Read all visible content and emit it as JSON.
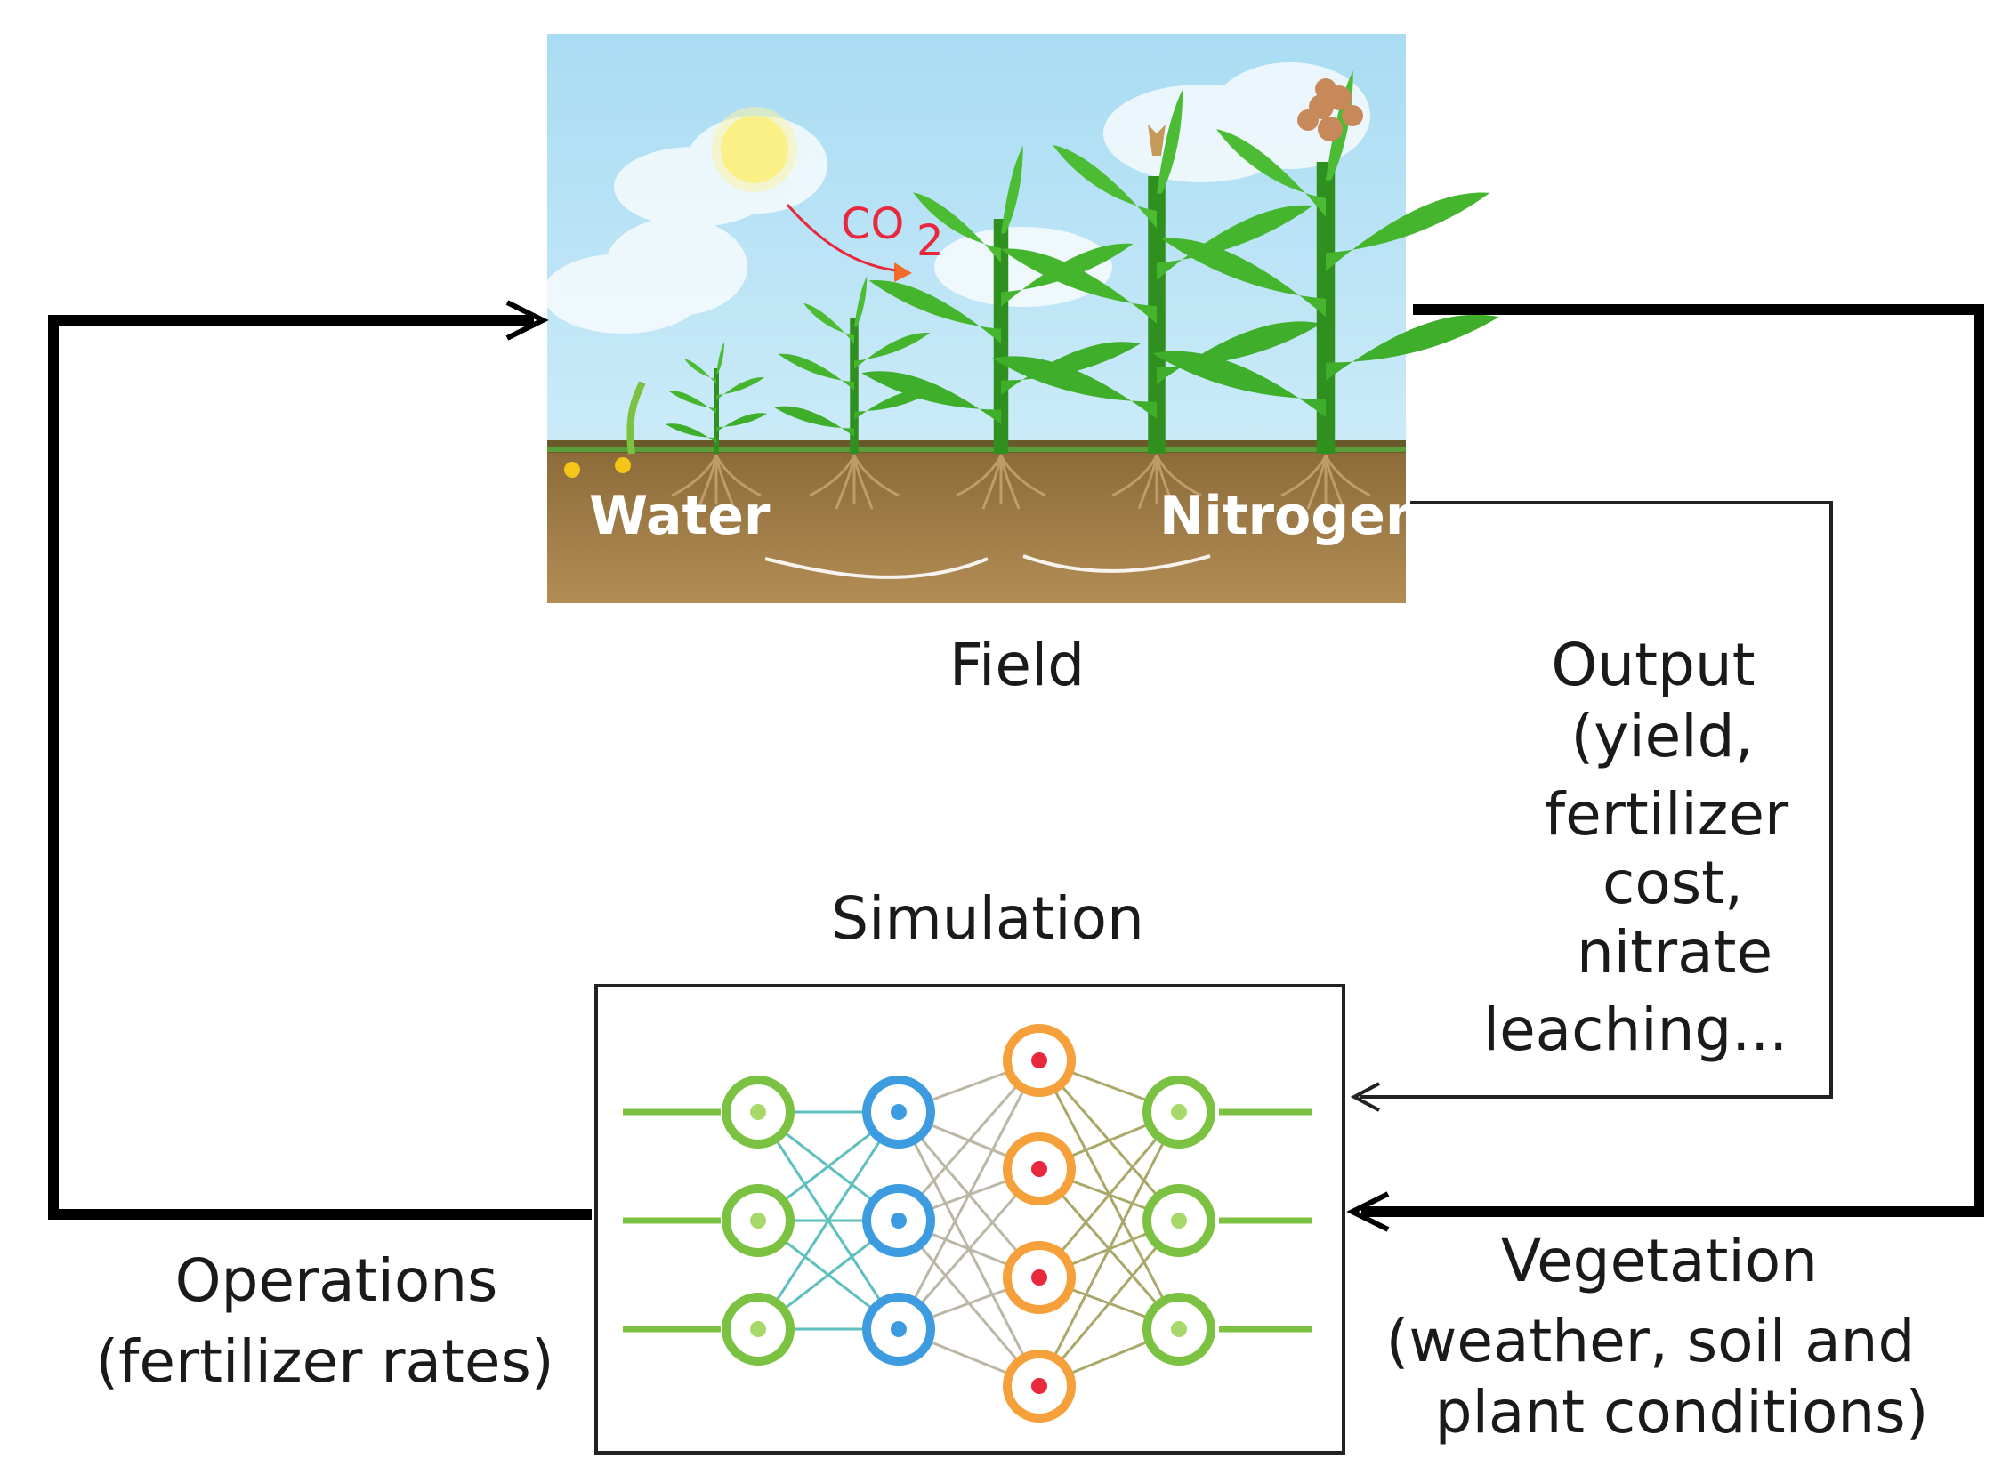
{
  "field": {
    "label": "Field",
    "water_label": "Water",
    "nitrogen_label": "Nitrogen",
    "co2_label": "CO",
    "co2_subscript": "2"
  },
  "simulation": {
    "label": "Simulation"
  },
  "output_label": {
    "lines": [
      "Output",
      "(yield,",
      "fertilizer",
      "cost,",
      "nitrate",
      "leaching..."
    ]
  },
  "vegetation_label": {
    "lines": [
      "Vegetation",
      "(weather, soil and",
      "plant conditions)"
    ]
  },
  "operations_label": {
    "lines": [
      "Operations",
      "(fertilizer rates)"
    ]
  },
  "colors": {
    "sky": "#bfe4f5",
    "soil": "#a57f48",
    "plant": "#3fae2a",
    "co2": "#e8283c",
    "node_green": "#7cc242",
    "node_blue": "#3d9be0",
    "node_orange": "#f5a03a",
    "arrow": "#000000"
  },
  "icons": [
    "sun-icon",
    "cloud-icon",
    "corn-plant-icon",
    "neural-network-icon"
  ]
}
